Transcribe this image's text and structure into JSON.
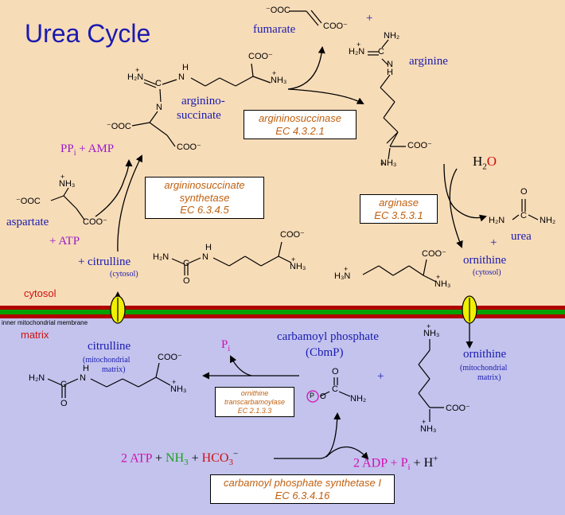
{
  "title": "Urea Cycle",
  "compartments": {
    "cytosol": "cytosol",
    "matrix": "matrix",
    "membrane": "inner mitochondrial membrane"
  },
  "metabolites": {
    "fumarate": "fumarate",
    "arginine": "arginine",
    "argininosuccinate_1": "arginino-",
    "argininosuccinate_2": "succinate",
    "aspartate": "aspartate",
    "citrulline_cyt": "citrulline",
    "cytosol_note": "(cytosol)",
    "ornithine_cyt": "ornithine",
    "urea": "urea",
    "citrulline_mito": "citrulline",
    "mito_note_1": "(mitochondrial",
    "mito_note_2": "matrix)",
    "ornithine_mito": "ornithine",
    "carbamoyl_1": "carbamoyl phosphate",
    "carbamoyl_2": "(CbmP)"
  },
  "cofactors": {
    "pp": "PP",
    "pp_sub": "i",
    "amp": " + AMP",
    "atp": "+ ATP",
    "plus": "+",
    "water_h": "H",
    "water_2": "2",
    "water_o": "O",
    "pi": "P",
    "pi_sub": "i",
    "atp2": "2 ATP",
    "nh3_n": "NH",
    "nh3_3": "3",
    "hco3_base": "HCO",
    "hco3_3": "3",
    "hco3_charge": "−",
    "adp2": "2 ADP",
    "pi2": "P",
    "pi2_sub": "i",
    "h": "H",
    "h_charge": "+"
  },
  "enzymes": {
    "as_lyase_name": "argininosuccinase",
    "as_lyase_ec": "EC 4.3.2.1",
    "as_synth_name_1": "argininosuccinate",
    "as_synth_name_2": "synthetase",
    "as_synth_ec": "EC 6.3.4.5",
    "arginase_name": "arginase",
    "arginase_ec": "EC 3.5.3.1",
    "otc_name_1": "ornithine",
    "otc_name_2": "transcarbamoylase",
    "otc_ec": "EC 2.1.3.3",
    "cps_name": "carbamoyl phosphate synthetase I",
    "cps_ec": "EC 6.3.4.16"
  },
  "chem_labels": {
    "coo_minus": "COO⁻",
    "minus_ooc": "⁻OOC",
    "nh3_plus": "NH₃",
    "plus_sign": "+",
    "nh2": "NH₂",
    "h2n": "H₂N",
    "h3n": "H₃N",
    "h2n_plus": "H₂N",
    "h": "H",
    "n": "N",
    "c": "C",
    "o": "O",
    "p_circle": "P"
  },
  "colors": {
    "cytosol_bg": "#f7dcb8",
    "matrix_bg": "#c3c3ee",
    "title": "#1a1ab0",
    "enzyme_text": "#c06010",
    "channel": "#f0f000"
  }
}
